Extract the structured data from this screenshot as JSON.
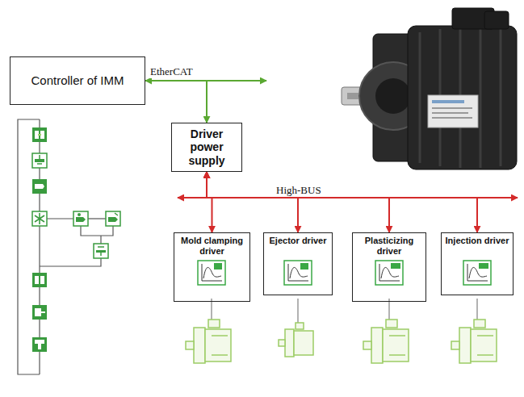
{
  "diagram": {
    "nodes": [
      {
        "text": [
          "Controller of IMM"
        ]
      },
      {
        "text": [
          "Driver power supply"
        ]
      },
      {
        "text": [
          "Mold clamping driver"
        ]
      },
      {
        "text": [
          "Ejector driver"
        ]
      },
      {
        "text": [
          "Plasticizing driver"
        ]
      },
      {
        "text": [
          "Injection driver"
        ]
      }
    ],
    "edges": [
      {
        "from": 0,
        "to": 1,
        "arrow": "both",
        "label": "EtherCAT"
      },
      {
        "from": 1,
        "to": 2,
        "arrow": "both"
      },
      {
        "from": 1,
        "to": 3,
        "arrow": "both"
      },
      {
        "from": 1,
        "to": 4,
        "arrow": "both"
      },
      {
        "from": 1,
        "to": 5,
        "arrow": "both"
      }
    ],
    "labels": [
      "High-BUS"
    ]
  }
}
